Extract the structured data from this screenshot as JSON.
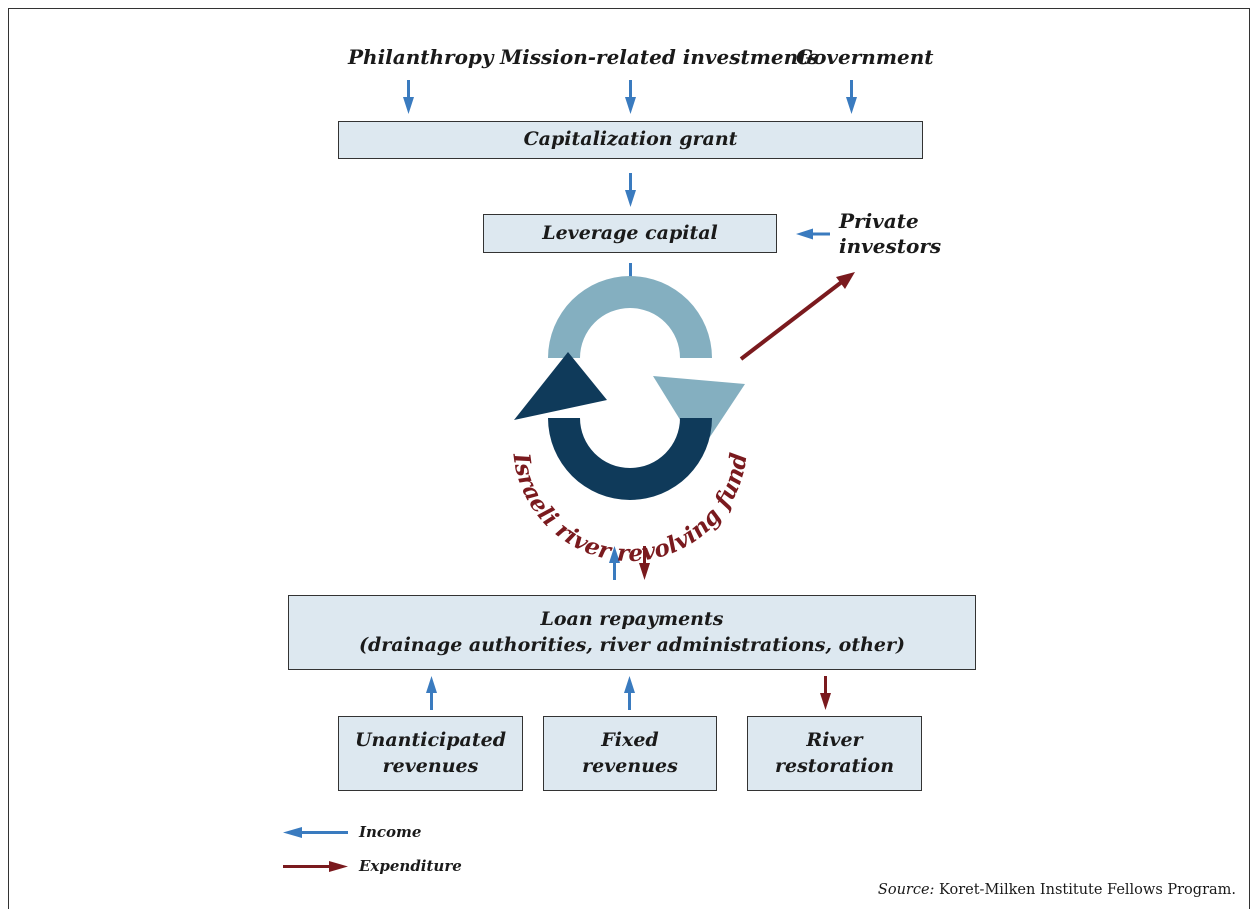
{
  "sources": {
    "philanthropy": "Philanthropy",
    "mission": "Mission-related investments",
    "government": "Government"
  },
  "boxes": {
    "capitalization": "Capitalization grant",
    "leverage": "Leverage capital",
    "loan_line1": "Loan repayments",
    "loan_line2": "(drainage authorities, river administrations, other)",
    "unanticipated_line1": "Unanticipated",
    "unanticipated_line2": "revenues",
    "fixed_line1": "Fixed",
    "fixed_line2": "revenues",
    "river_line1": "River",
    "river_line2": "restoration"
  },
  "private_investors": {
    "line1": "Private",
    "line2": "investors"
  },
  "fund_label": "Israeli river revolving fund",
  "legend": {
    "income": "Income",
    "expenditure": "Expenditure"
  },
  "source": {
    "prefix": "Source:",
    "text": "Koret-Milken Institute Fellows Program."
  },
  "colors": {
    "income": "#3a7bbf",
    "expenditure": "#7a1a1e",
    "box_fill": "#dde8f0",
    "cycle_dark": "#0f3a5a",
    "cycle_light": "#84afc0",
    "fund_text": "#7a1a1e"
  }
}
